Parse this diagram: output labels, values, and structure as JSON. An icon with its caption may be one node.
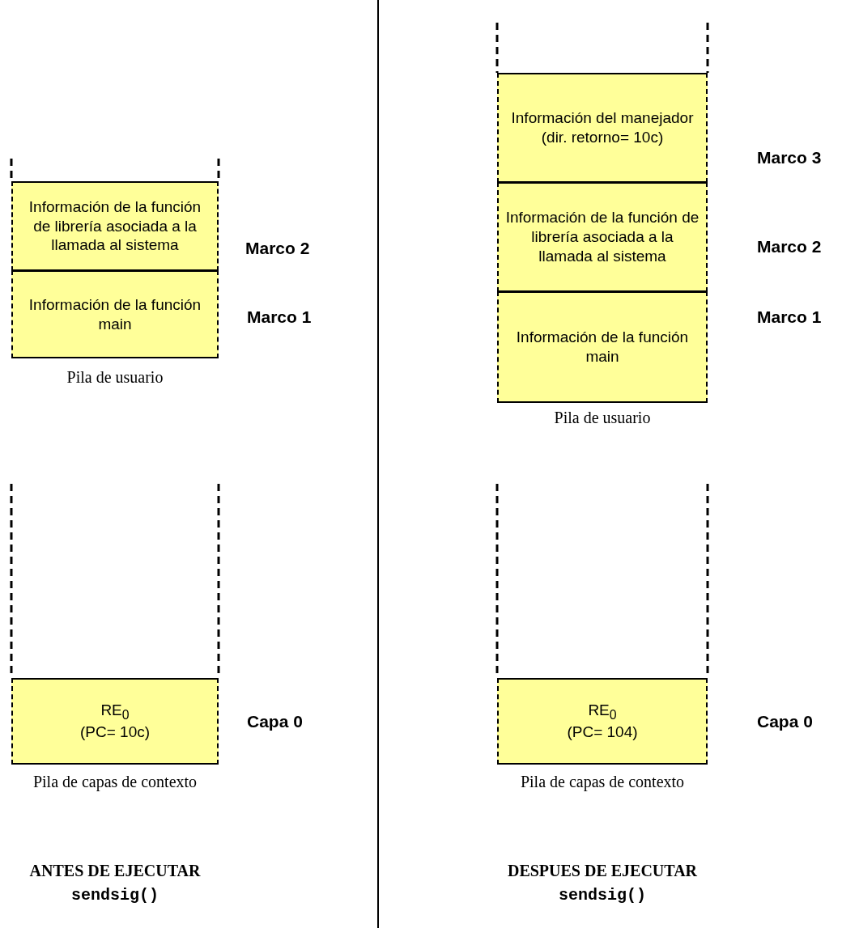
{
  "diagram": {
    "nodes": [
      {
        "text": [
          "Información de la función de librería asociada a la llamada al sistema"
        ],
        "beside": [
          "Marco 2"
        ]
      },
      {
        "text": [
          "Información de la función main"
        ],
        "beside": [
          "Marco 1"
        ]
      },
      {
        "text": [
          "RE$_{0}$",
          "(PC= 10c)"
        ],
        "beside": [
          "Capa 0"
        ]
      },
      {
        "text": [
          "Información del manejador (dir. retorno= 10c)"
        ],
        "beside": [
          "Marco 3"
        ]
      },
      {
        "text": [
          "Información de la función de librería asociada a la llamada al sistema"
        ],
        "beside": [
          "Marco 2"
        ]
      },
      {
        "text": [
          "Información de la función main"
        ],
        "beside": [
          "Marco 1"
        ]
      },
      {
        "text": [
          "RE$_{0}$",
          "(PC= 104)"
        ],
        "beside": [
          "Capa 0"
        ]
      }
    ],
    "edges": [],
    "labels": [
      "Pila de usuario",
      "Pila de capas de contexto",
      "ANTES DE EJECUTAR",
      "sendsig()",
      "Pila de usuario",
      "Pila de capas de contexto",
      "DESPUES DE EJECUTAR",
      "sendsig()"
    ]
  }
}
